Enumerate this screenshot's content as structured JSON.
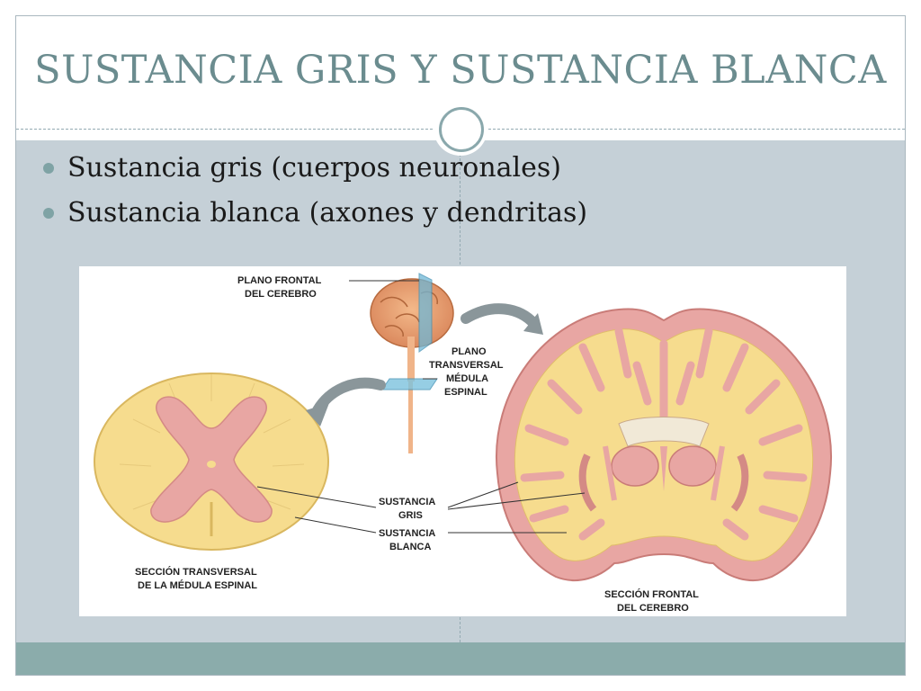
{
  "slide": {
    "title": "SUSTANCIA GRIS Y SUSTANCIA BLANCA",
    "bullets": [
      "Sustancia gris (cuerpos neuronales)",
      "Sustancia blanca (axones y dendritas)"
    ]
  },
  "figure": {
    "labels": {
      "plano_frontal_1": "PLANO FRONTAL",
      "plano_frontal_2": "DEL CEREBRO",
      "plano_transversal_1": "PLANO",
      "plano_transversal_2": "TRANSVERSAL",
      "plano_transversal_3": "MÉDULA",
      "plano_transversal_4": "ESPINAL",
      "sustancia_gris_1": "SUSTANCIA",
      "sustancia_gris_2": "GRIS",
      "sustancia_blanca_1": "SUSTANCIA",
      "sustancia_blanca_2": "BLANCA",
      "seccion_medula_1": "SECCIÓN TRANSVERSAL",
      "seccion_medula_2": "DE LA MÉDULA ESPINAL",
      "seccion_cerebro_1": "SECCIÓN FRONTAL",
      "seccion_cerebro_2": "DEL CEREBRO"
    }
  },
  "colors": {
    "title": "#6b8c8f",
    "content_bg": "#c5d0d7",
    "footer": "#8bacab",
    "bullet": "#7fa3a5",
    "white_matter": "#f6dc8e",
    "gray_matter": "#e8a0a0"
  }
}
